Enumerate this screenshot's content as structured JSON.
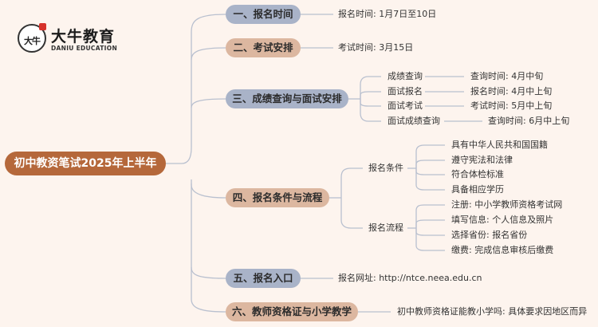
{
  "logo": {
    "mark": "大牛",
    "title": "大牛教育",
    "subtitle": "DANIU EDUCATION"
  },
  "root": "初中教资笔试2025年上半年",
  "branches": [
    {
      "label": "一、报名时间",
      "detail": "报名时间: 1月7日至10日"
    },
    {
      "label": "二、考试安排",
      "detail": "考试时间: 3月15日"
    },
    {
      "label": "三、成绩查询与面试安排",
      "items": [
        {
          "name": "成绩查询",
          "detail": "查询时间: 4月中旬"
        },
        {
          "name": "面试报名",
          "detail": "报名时间: 4月中上旬"
        },
        {
          "name": "面试考试",
          "detail": "考试时间: 5月中上旬"
        },
        {
          "name": "面试成绩查询",
          "detail": "查询时间: 6月中上旬"
        }
      ]
    },
    {
      "label": "四、报名条件与流程",
      "groups": [
        {
          "name": "报名条件",
          "items": [
            "具有中华人民共和国国籍",
            "遵守宪法和法律",
            "符合体检标准",
            "具备相应学历"
          ]
        },
        {
          "name": "报名流程",
          "items": [
            "注册: 中小学教师资格考试网",
            "填写信息: 个人信息及照片",
            "选择省份: 报名省份",
            "缴费: 完成信息审核后缴费"
          ]
        }
      ]
    },
    {
      "label": "五、报名入口",
      "detail": "报名网址: http://ntce.neea.edu.cn"
    },
    {
      "label": "六、教师资格证与小学教学",
      "detail": "初中教师资格证能教小学吗: 具体要求因地区而异"
    }
  ],
  "colors": {
    "root": "#b5683b",
    "branch_blue": "#a9b3c8",
    "branch_tan": "#dcb7a0",
    "line": "#b9c0cf"
  }
}
